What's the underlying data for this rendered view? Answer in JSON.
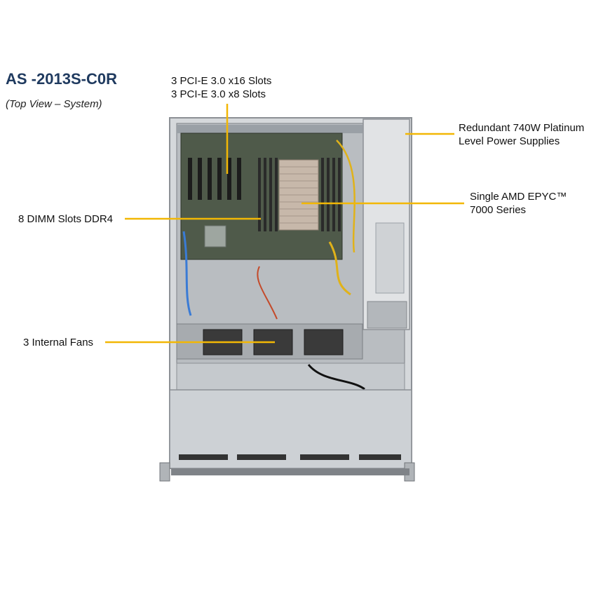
{
  "title": "AS -2013S-C0R",
  "subtitle": "(Top View – System)",
  "callouts": {
    "pcie_line1": "3 PCI-E 3.0 x16 Slots",
    "pcie_line2": "3 PCI-E 3.0 x8 Slots",
    "psu_line1": "Redundant 740W Platinum",
    "psu_line2": "Level Power Supplies",
    "cpu_line1": "Single AMD EPYC™",
    "cpu_line2": "7000 Series",
    "dimm": "8 DIMM Slots DDR4",
    "fans": "3 Internal  Fans"
  },
  "colors": {
    "leader": "#f2b705",
    "title": "#1f3a5f",
    "chassis": "#c9cdd1",
    "board": "#4f5a4a"
  }
}
